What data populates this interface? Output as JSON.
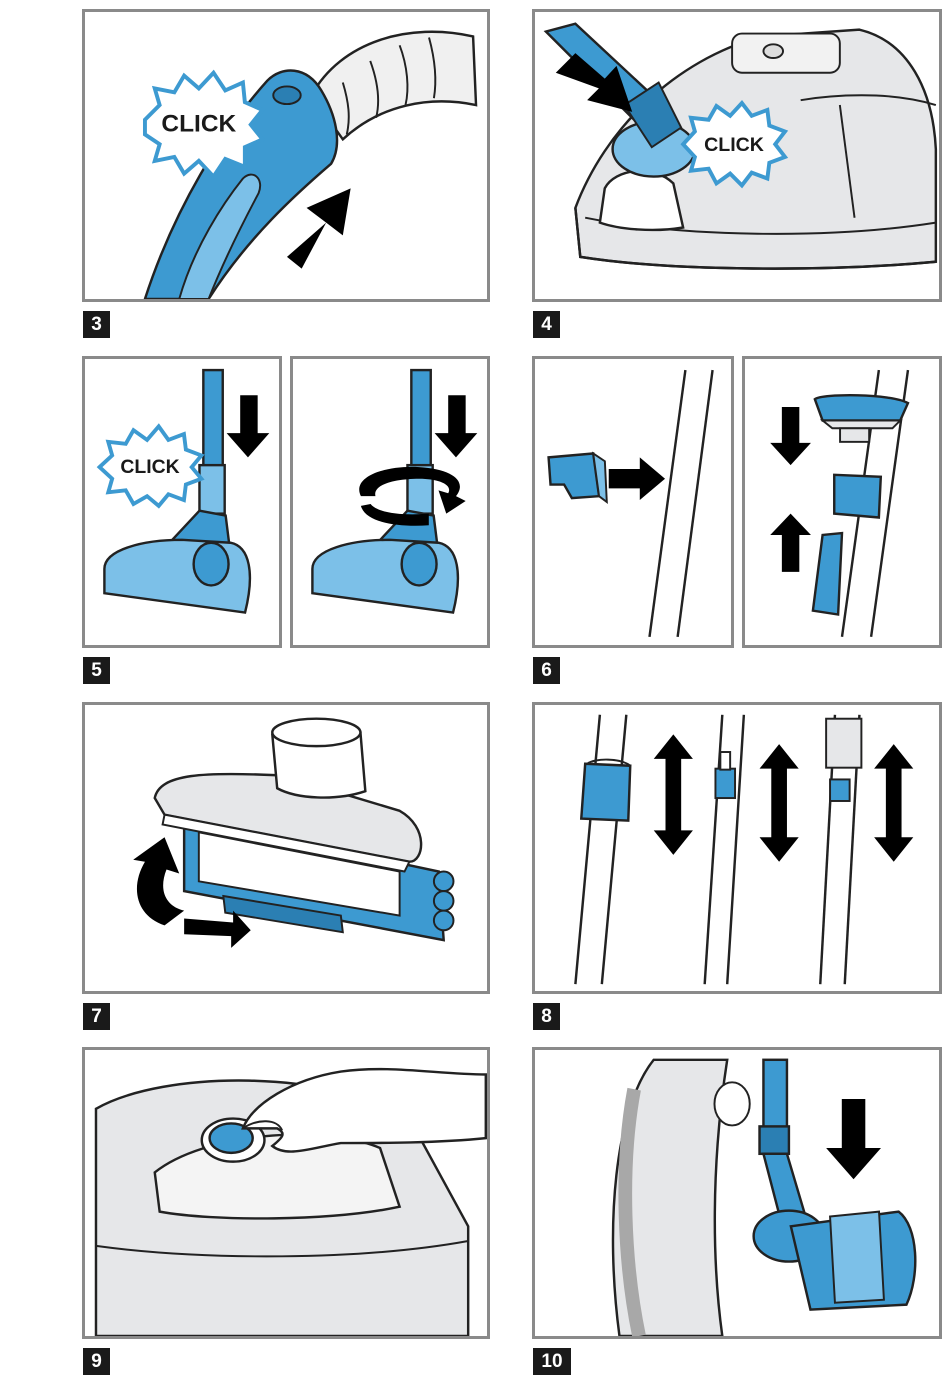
{
  "steps": [
    {
      "number": "3",
      "click_label": "CLICK"
    },
    {
      "number": "4",
      "click_label": "CLICK"
    },
    {
      "number": "5",
      "click_label": "CLICK"
    },
    {
      "number": "6"
    },
    {
      "number": "7"
    },
    {
      "number": "8"
    },
    {
      "number": "9"
    },
    {
      "number": "10"
    }
  ],
  "colors": {
    "accent_blue": "#3d9ad1",
    "light_blue": "#7cc0e8",
    "frame_gray": "#8a8a8a",
    "appliance_gray": "#e6e7e9",
    "label_black": "#1a1a1a"
  },
  "icons": [
    "arrow-up-icon",
    "arrow-down-icon",
    "arrow-right-icon",
    "double-arrow-icon",
    "rotate-icon",
    "click-burst-icon"
  ]
}
